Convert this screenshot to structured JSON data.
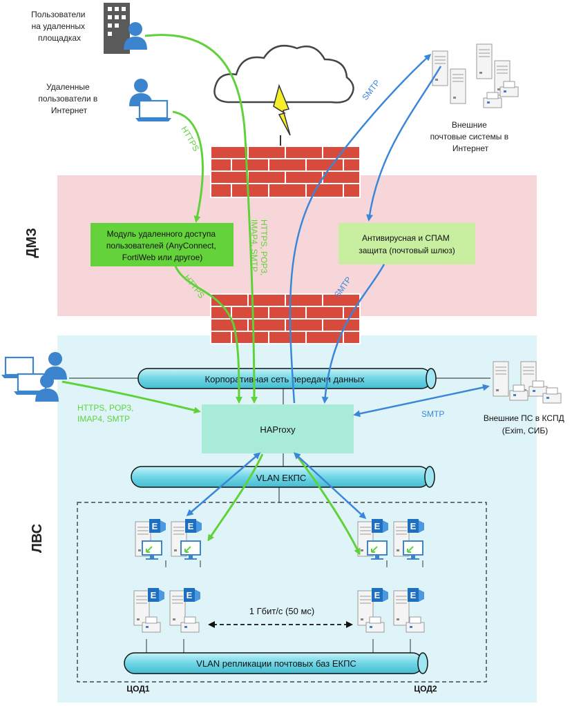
{
  "zones": {
    "dmz_label": "ДМЗ",
    "lan_label": "ЛВС"
  },
  "actors": {
    "remote_sites_users": [
      "Пользователи",
      "на удаленных",
      "площадках"
    ],
    "internet_users": [
      "Удаленные",
      "пользователи в",
      "Интернет"
    ],
    "external_mail_systems": [
      "Внешние",
      "почтовые системы в",
      "Интернет"
    ],
    "external_ps": [
      "Внешние ПС в КСПД",
      "(Exim, СИБ)"
    ]
  },
  "boxes": {
    "remote_access_module": [
      "Модуль удаленного доступа",
      "пользователей (AnyConnect,",
      "FortiWeb или другое)"
    ],
    "antivirus_spam": [
      "Антивирусная и СПАМ",
      "защита (почтовый шлюз)"
    ],
    "haproxy": "HAProxy"
  },
  "networks": {
    "corporate": "Корпоративная сеть передачи данных",
    "vlan_ekps": "VLAN ЕКПС",
    "vlan_replication": "VLAN репликации  почтовых баз ЕКПС"
  },
  "protocols": {
    "https": "HTTPS",
    "https_pop3_imap4_smtp_vertical": [
      "HTTPS, POP3,",
      "IMAP4, SMTP"
    ],
    "https_pop3_lan": [
      "HTTPS, POP3,",
      "IMAP4, SMTP"
    ],
    "smtp": "SMTP"
  },
  "datacenters": {
    "dc1": "ЦОД1",
    "dc2": "ЦОД2",
    "link": "1 Гбит/с (50 мс)"
  },
  "colors": {
    "green": "#5fd23a",
    "blue": "#3a86d8",
    "firewall": "#d84a3b",
    "dmz_bg": "#f6d6d9",
    "lan_bg": "#dff4f8",
    "pipe": "#7fdcea",
    "haproxy_bg": "#a8ecd8",
    "module_bg": "#64d23b",
    "av_bg": "#c8eea0",
    "person": "#3c84cd"
  },
  "icons": [
    "building-icon",
    "person-icon",
    "laptop-icon",
    "server-icon",
    "cloud-icon",
    "lightning-icon",
    "exchange-icon",
    "monitor-icon",
    "printer-icon"
  ]
}
